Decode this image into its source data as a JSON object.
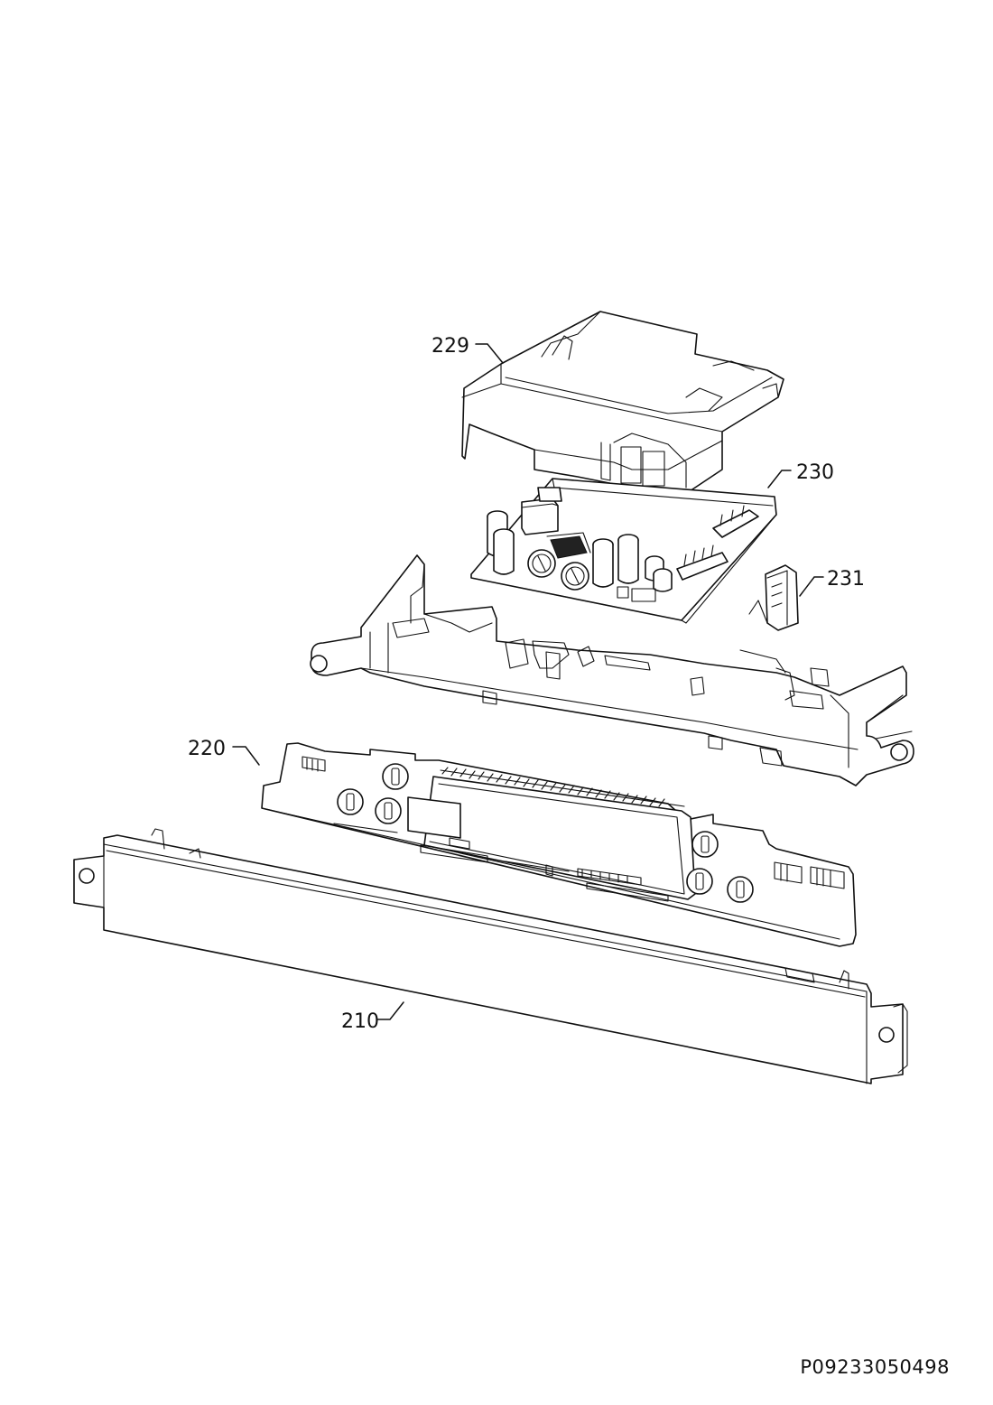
{
  "callouts": {
    "part_229": "229",
    "part_230": "230",
    "part_231": "231",
    "part_220": "220",
    "part_210": "210"
  },
  "document": {
    "code": "P09233050498"
  }
}
